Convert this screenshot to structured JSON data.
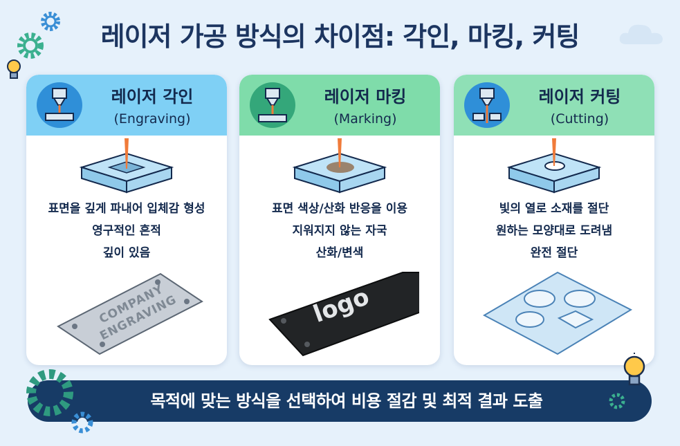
{
  "title": "레이저 가공 방식의 차이점: 각인, 마킹, 커팅",
  "colors": {
    "background": "#e6f1fb",
    "engraving_header": "#7fd0f5",
    "marking_header": "#7fdcaa",
    "cutting_header": "#8fe0b6",
    "banner": "#173b66"
  },
  "cards": [
    {
      "name_ko": "레이저 각인",
      "name_en": "(Engraving)",
      "lines": [
        "표면을 깊게 파내어 입체감 형성",
        "영구적인 흔적",
        "깊이 있음"
      ],
      "sample_text_1": "COMPANY",
      "sample_text_2": "ENGRAVING"
    },
    {
      "name_ko": "레이저 마킹",
      "name_en": "(Marking)",
      "lines": [
        "표면 색상/산화 반응을 이용",
        "지워지지 않는 자국",
        "산화/변색"
      ],
      "sample_text_1": "logo"
    },
    {
      "name_ko": "레이저 커팅",
      "name_en": "(Cutting)",
      "lines": [
        "빛의 열로 소재를 절단",
        "원하는 모양대로 도려냄",
        "완전 절단"
      ]
    }
  ],
  "banner": {
    "text": "목적에 맞는 방식을 선택하여 비용 절감 및 최적 결과 도출"
  },
  "icons": [
    "gear-icon",
    "lightbulb-icon",
    "cloud-icon",
    "laser-head-icon"
  ]
}
